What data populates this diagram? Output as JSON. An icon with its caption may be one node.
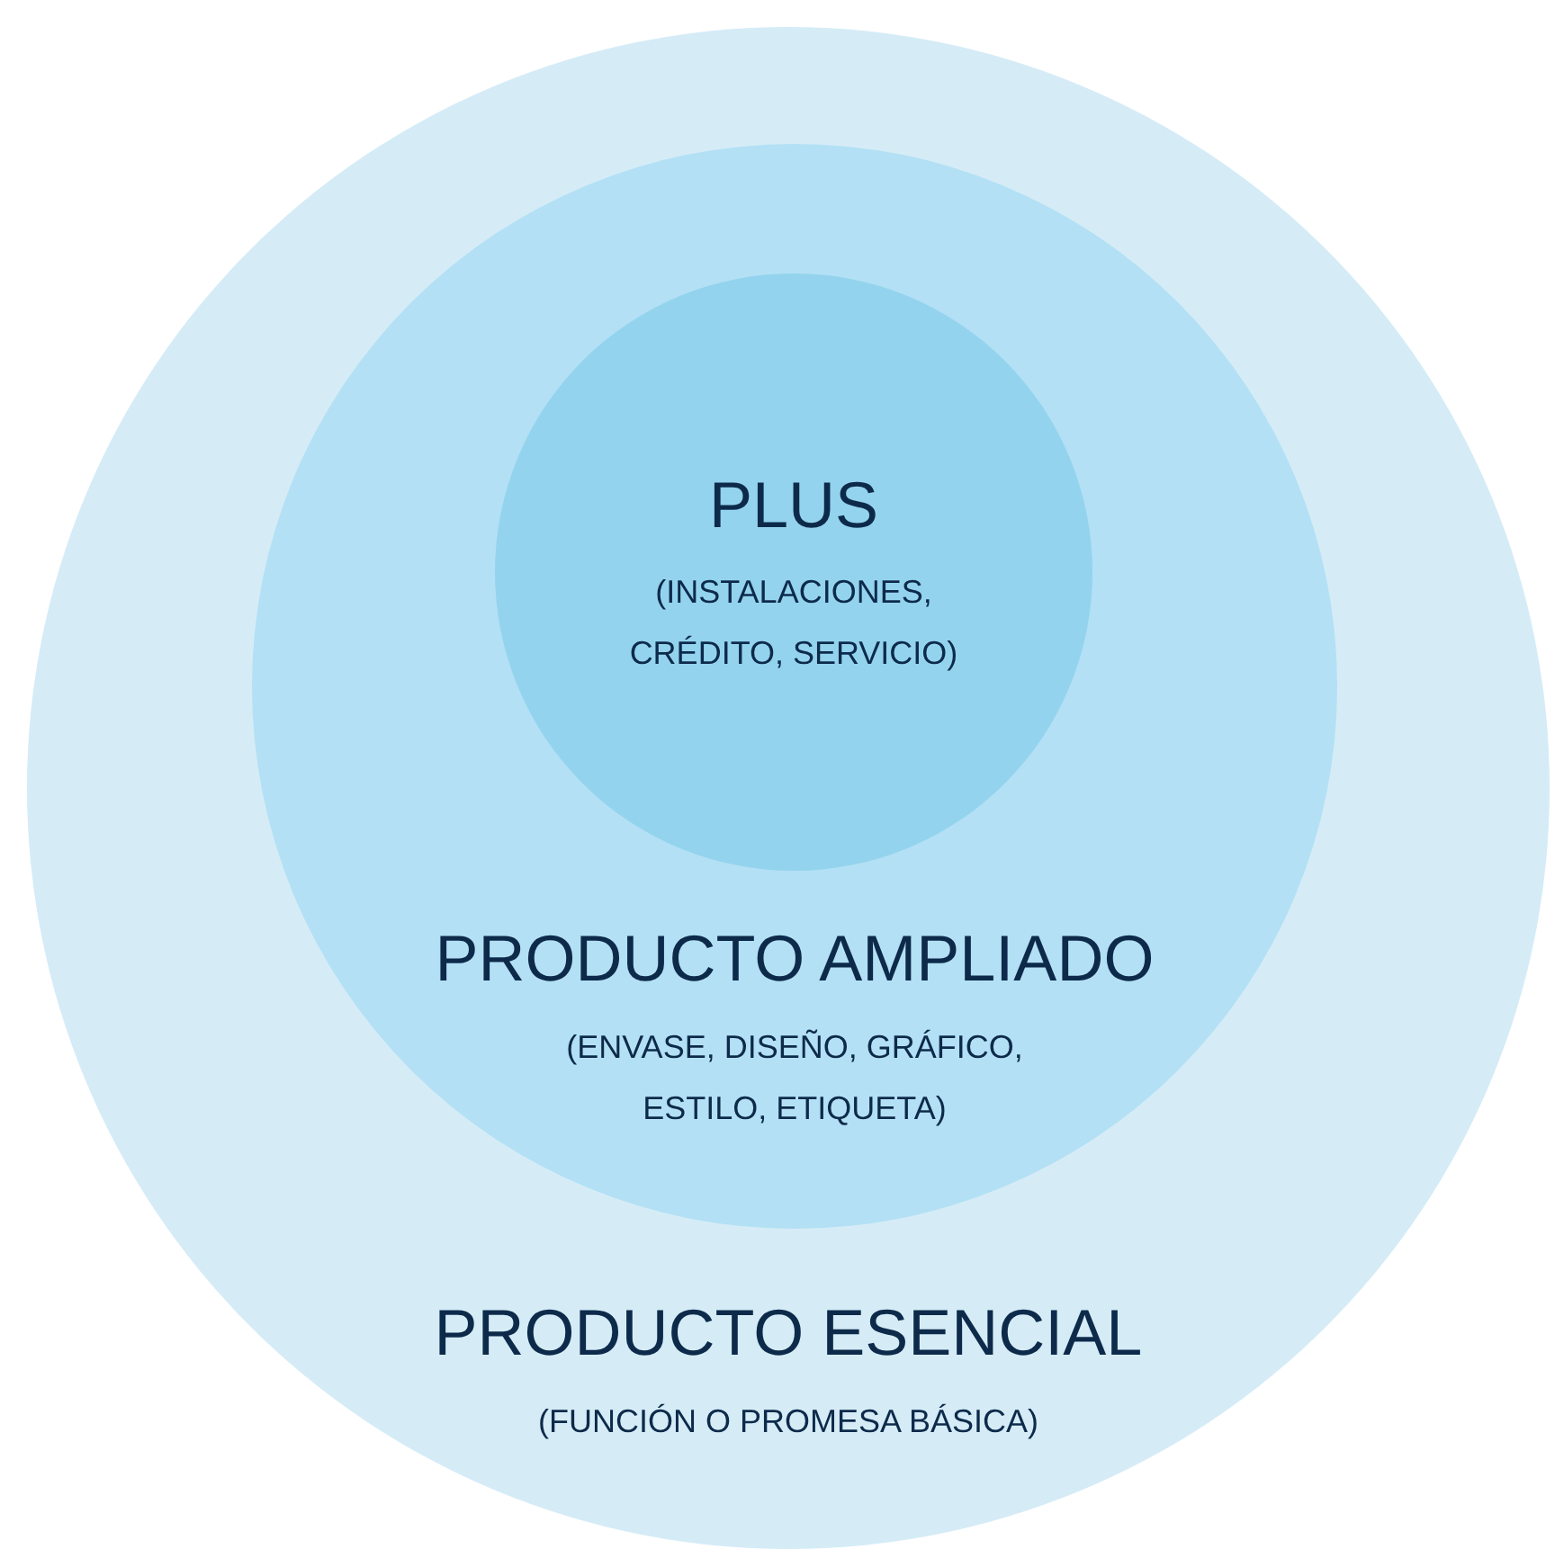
{
  "diagram": {
    "nodes": [
      {
        "text": [
          "PRODUCTO ESENCIAL",
          "(FUNCIÓN O PROMESA BÁSICA)"
        ]
      },
      {
        "text": [
          "PRODUCTO AMPLIADO",
          "(ENVASE, DISEÑO, GRÁFICO, ESTILO, ETIQUETA)"
        ],
        "in": 0
      },
      {
        "text": [
          "PLUS",
          "(INSTALACIONES, CRÉDITO, SERVICIO)"
        ],
        "in": 1
      }
    ]
  }
}
